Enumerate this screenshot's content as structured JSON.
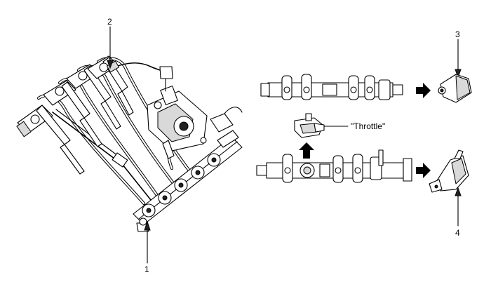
{
  "callouts": {
    "one": "1",
    "two": "2",
    "three": "3",
    "four": "4"
  },
  "labels": {
    "throttle": "\"Throttle\""
  },
  "colors": {
    "line": "#000000",
    "background": "#ffffff",
    "shade": "#d9d9d9"
  },
  "icons": {
    "arrow_right": "arrow-right-icon",
    "arrow_up": "arrow-up-icon"
  }
}
